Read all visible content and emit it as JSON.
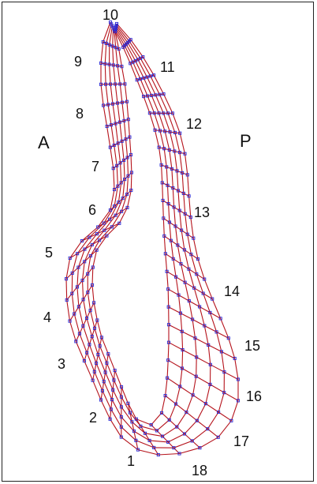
{
  "side_labels": {
    "anterior": "A",
    "posterior": "P"
  },
  "point_labels": [
    "1",
    "2",
    "3",
    "4",
    "5",
    "6",
    "7",
    "8",
    "9",
    "10",
    "11",
    "12",
    "13",
    "14",
    "15",
    "16",
    "17",
    "18"
  ],
  "colors": {
    "grid_line": "#b5121b",
    "node": "#2b2bd6",
    "text": "#111111"
  },
  "mesh": {
    "rows": 48,
    "columns": 6
  }
}
